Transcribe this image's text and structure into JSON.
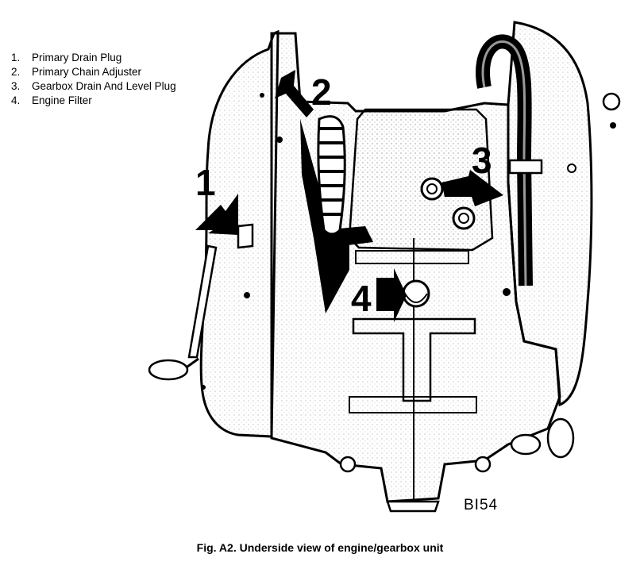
{
  "legend": [
    {
      "num": "1.",
      "label": "Primary Drain Plug"
    },
    {
      "num": "2.",
      "label": "Primary Chain Adjuster"
    },
    {
      "num": "3.",
      "label": "Gearbox Drain And Level Plug"
    },
    {
      "num": "4.",
      "label": "Engine Filter"
    }
  ],
  "callouts": {
    "c1": "1",
    "c2": "2",
    "c3": "3",
    "c4": "4"
  },
  "drawing_ref": "BI54",
  "caption": "Fig. A2. Underside view of engine/gearbox unit"
}
